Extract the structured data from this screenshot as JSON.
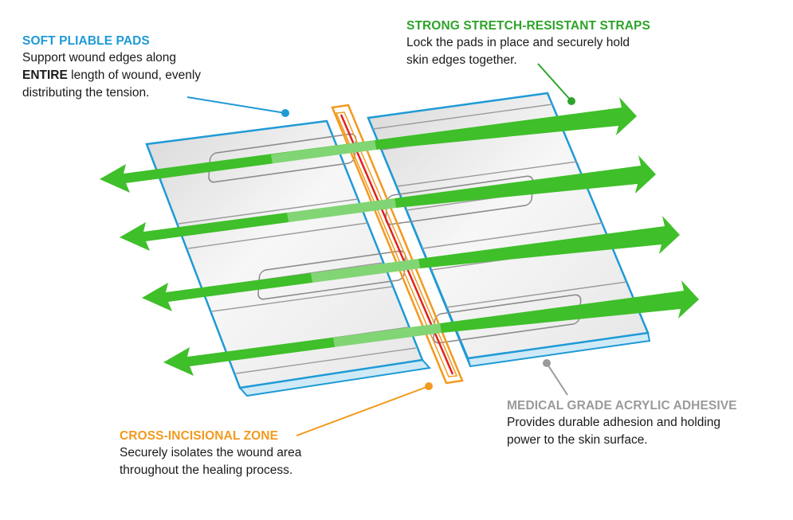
{
  "colors": {
    "pads": "#1f9ad6",
    "straps": "#2ea32a",
    "zone": "#f29a1f",
    "adhesive": "#9a9a9a",
    "incision": "#e0231f",
    "arrow_green": "#3fbf2a"
  },
  "callouts": {
    "pads": {
      "title": "SOFT PLIABLE PADS",
      "line1": "Support wound edges along",
      "emphasis": "ENTIRE",
      "line2_rest": " length of wound, evenly",
      "line3": "distributing the tension."
    },
    "straps": {
      "title": "STRONG STRETCH-RESISTANT STRAPS",
      "line1": "Lock the pads in place and securely hold",
      "line2": "skin edges together."
    },
    "zone": {
      "title": "CROSS-INCISIONAL ZONE",
      "line1": "Securely isolates the wound area",
      "line2": "throughout the healing process."
    },
    "adhesive": {
      "title": "MEDICAL GRADE ACRYLIC ADHESIVE",
      "line1": "Provides durable adhesion and holding",
      "line2": "power to the skin surface."
    }
  }
}
